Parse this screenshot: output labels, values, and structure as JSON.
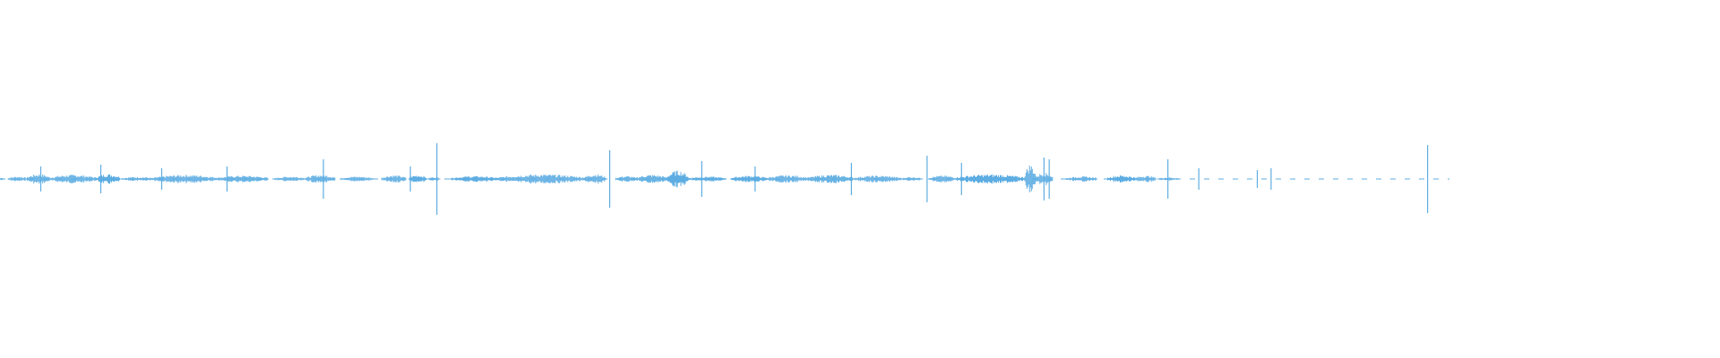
{
  "waveform": {
    "color": "#5dade2",
    "background": "#ffffff",
    "duration_fraction": 0.6854,
    "segments": [
      {
        "start": 0.0,
        "end": 0.002,
        "amp": 0.04
      },
      {
        "start": 0.0048,
        "end": 0.016,
        "amp": 0.06
      },
      {
        "start": 0.016,
        "end": 0.029,
        "amp": 0.12
      },
      {
        "start": 0.029,
        "end": 0.056,
        "amp": 0.1
      },
      {
        "start": 0.056,
        "end": 0.07,
        "amp": 0.12
      },
      {
        "start": 0.07,
        "end": 0.09,
        "amp": 0.05
      },
      {
        "start": 0.09,
        "end": 0.126,
        "amp": 0.1
      },
      {
        "start": 0.126,
        "end": 0.156,
        "amp": 0.08
      },
      {
        "start": 0.16,
        "end": 0.178,
        "amp": 0.06
      },
      {
        "start": 0.178,
        "end": 0.195,
        "amp": 0.1
      },
      {
        "start": 0.198,
        "end": 0.217,
        "amp": 0.06
      },
      {
        "start": 0.222,
        "end": 0.236,
        "amp": 0.09
      },
      {
        "start": 0.238,
        "end": 0.248,
        "amp": 0.1
      },
      {
        "start": 0.249,
        "end": 0.256,
        "amp": 0.05
      },
      {
        "start": 0.262,
        "end": 0.29,
        "amp": 0.07
      },
      {
        "start": 0.29,
        "end": 0.34,
        "amp": 0.11
      },
      {
        "start": 0.34,
        "end": 0.352,
        "amp": 0.12
      },
      {
        "start": 0.358,
        "end": 0.37,
        "amp": 0.07
      },
      {
        "start": 0.37,
        "end": 0.388,
        "amp": 0.1
      },
      {
        "start": 0.388,
        "end": 0.4,
        "amp": 0.2
      },
      {
        "start": 0.4,
        "end": 0.422,
        "amp": 0.06
      },
      {
        "start": 0.425,
        "end": 0.446,
        "amp": 0.08
      },
      {
        "start": 0.446,
        "end": 0.47,
        "amp": 0.09
      },
      {
        "start": 0.47,
        "end": 0.496,
        "amp": 0.1
      },
      {
        "start": 0.496,
        "end": 0.524,
        "amp": 0.08
      },
      {
        "start": 0.524,
        "end": 0.536,
        "amp": 0.05
      },
      {
        "start": 0.54,
        "end": 0.556,
        "amp": 0.08
      },
      {
        "start": 0.556,
        "end": 0.596,
        "amp": 0.11
      },
      {
        "start": 0.596,
        "end": 0.602,
        "amp": 0.35
      },
      {
        "start": 0.602,
        "end": 0.612,
        "amp": 0.15
      },
      {
        "start": 0.62,
        "end": 0.638,
        "amp": 0.06
      },
      {
        "start": 0.644,
        "end": 0.66,
        "amp": 0.09
      },
      {
        "start": 0.66,
        "end": 0.672,
        "amp": 0.08
      },
      {
        "start": 0.673,
        "end": 0.6854,
        "amp": 0.04
      }
    ],
    "spikes": [
      {
        "pos": 0.0237,
        "amp": 0.35
      },
      {
        "pos": 0.0586,
        "amp": 0.4
      },
      {
        "pos": 0.094,
        "amp": 0.3
      },
      {
        "pos": 0.132,
        "amp": 0.35
      },
      {
        "pos": 0.188,
        "amp": 0.55
      },
      {
        "pos": 0.2386,
        "amp": 0.35
      },
      {
        "pos": 0.254,
        "amp": 1.0
      },
      {
        "pos": 0.3545,
        "amp": 0.8
      },
      {
        "pos": 0.408,
        "amp": 0.5
      },
      {
        "pos": 0.439,
        "amp": 0.35
      },
      {
        "pos": 0.495,
        "amp": 0.45
      },
      {
        "pos": 0.539,
        "amp": 0.65
      },
      {
        "pos": 0.559,
        "amp": 0.45
      },
      {
        "pos": 0.607,
        "amp": 0.6
      },
      {
        "pos": 0.61,
        "amp": 0.55
      },
      {
        "pos": 0.679,
        "amp": 0.55
      },
      {
        "pos": 0.697,
        "amp": 0.3
      },
      {
        "pos": 0.731,
        "amp": 0.25
      },
      {
        "pos": 0.739,
        "amp": 0.3
      },
      {
        "pos": 0.83,
        "amp": 0.95
      }
    ]
  }
}
